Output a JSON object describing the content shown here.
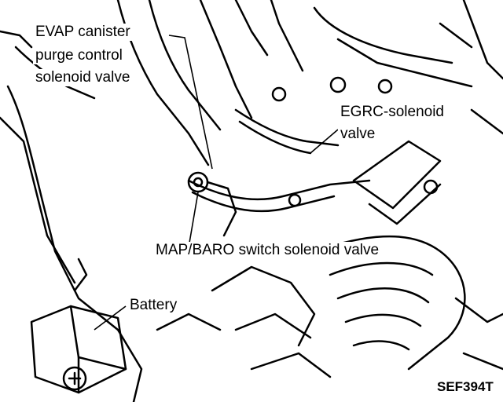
{
  "labels": {
    "evap_line1": "EVAP canister",
    "evap_line2": "purge control",
    "evap_line3": "solenoid valve",
    "egrc_line1": "EGRC-solenoid",
    "egrc_line2": "valve",
    "map_baro": "MAP/BARO switch solenoid valve",
    "battery": "Battery"
  },
  "figure_code": "SEF394T",
  "colors": {
    "ink": "#000000",
    "paper": "#ffffff"
  }
}
